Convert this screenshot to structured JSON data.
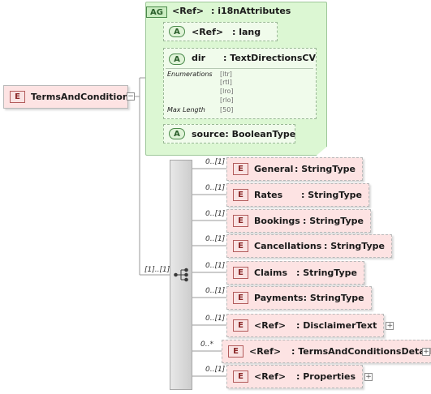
{
  "root": {
    "badge": "E",
    "name": "TermsAndConditions",
    "collapse": "−"
  },
  "attribute_group": {
    "badge": "AG",
    "ref_label": "<Ref>",
    "name": ": i18nAttributes",
    "attributes": {
      "lang": {
        "badge": "A",
        "ref_label": "<Ref>",
        "type": ": lang"
      },
      "dir": {
        "badge": "A",
        "name": "dir",
        "type": ": TextDirectionsCV",
        "enumerations_label": "Enumerations",
        "enumerations": [
          "[ltr]",
          "[rtl]",
          "[lro]",
          "[rlo]"
        ],
        "max_length_label": "Max Length",
        "max_length": "[50]"
      },
      "source": {
        "badge": "A",
        "name": "source",
        "type": ": BooleanType"
      }
    }
  },
  "sequence": {
    "occurrence": "[1]..[1]",
    "icon": "sequence-icon"
  },
  "children": [
    {
      "badge": "E",
      "name": "General",
      "type": ": StringType",
      "occurrence": "0..[1]",
      "expandable": false
    },
    {
      "badge": "E",
      "name": "Rates",
      "type": ": StringType",
      "occurrence": "0..[1]",
      "expandable": false
    },
    {
      "badge": "E",
      "name": "Bookings",
      "type": ": StringType",
      "occurrence": "0..[1]",
      "expandable": false
    },
    {
      "badge": "E",
      "name": "Cancellations",
      "type": ": StringType",
      "occurrence": "0..[1]",
      "expandable": false
    },
    {
      "badge": "E",
      "name": "Claims",
      "type": ": StringType",
      "occurrence": "0..[1]",
      "expandable": false
    },
    {
      "badge": "E",
      "name": "Payments",
      "type": ": StringType",
      "occurrence": "0..[1]",
      "expandable": false
    },
    {
      "badge": "E",
      "name": "<Ref>",
      "type": ": DisclaimerText",
      "occurrence": "0..[1]",
      "expandable": true
    },
    {
      "badge": "E",
      "name": "<Ref>",
      "type": ": TermsAndConditionsDetails",
      "occurrence": "0..*",
      "expandable": true
    },
    {
      "badge": "E",
      "name": "<Ref>",
      "type": ": Properties",
      "occurrence": "0..[1]",
      "expandable": true
    }
  ],
  "colors": {
    "element_fill": "#fde3e3",
    "attribute_group_fill": "#dcf7d3",
    "connector": "#9a9a9a"
  }
}
